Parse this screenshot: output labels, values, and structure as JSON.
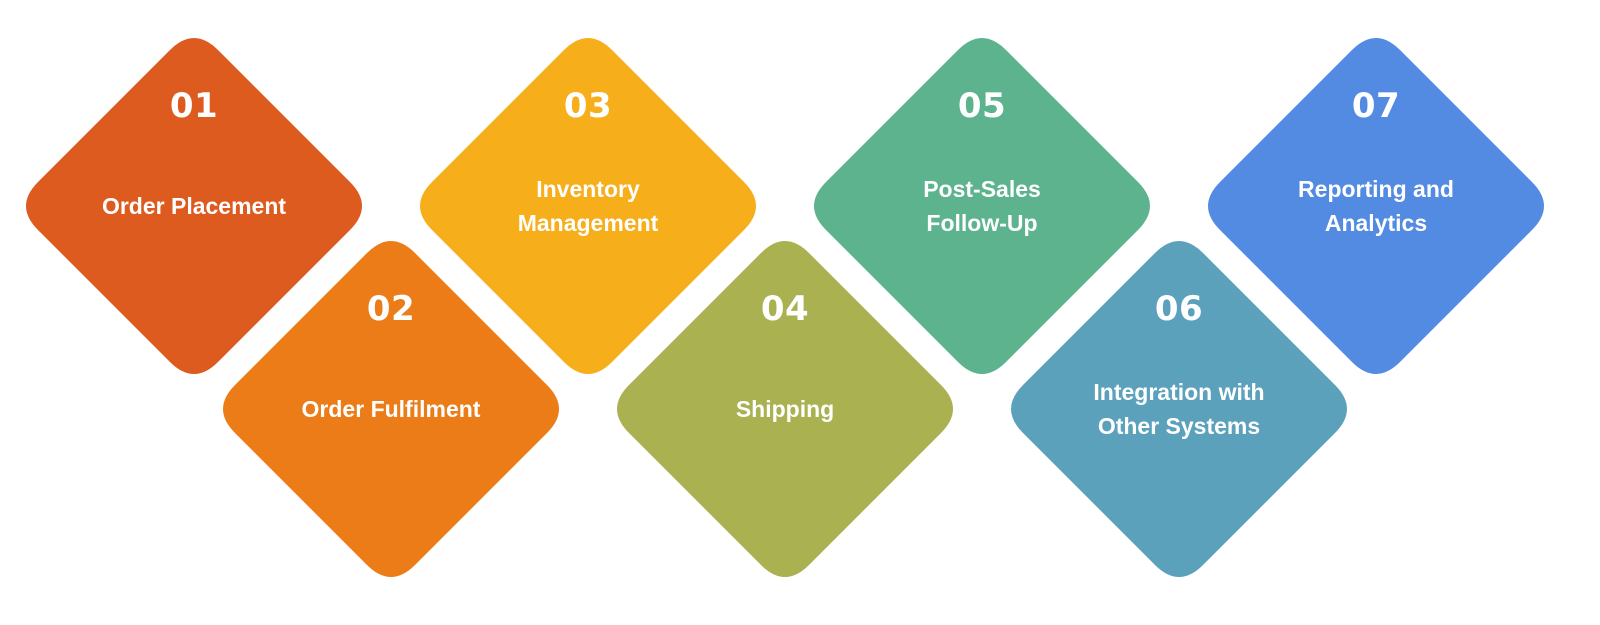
{
  "steps": [
    {
      "number": "01",
      "label": "Order Placement",
      "color": "#DE5B1F"
    },
    {
      "number": "02",
      "label": "Order Fulfilment",
      "color": "#EC7C17"
    },
    {
      "number": "03",
      "label": "Inventory\nManagement",
      "color": "#F6AE1B"
    },
    {
      "number": "04",
      "label": "Shipping",
      "color": "#A9B151"
    },
    {
      "number": "05",
      "label": "Post-Sales\nFollow-Up",
      "color": "#5DB38D"
    },
    {
      "number": "06",
      "label": "Integration with\nOther Systems",
      "color": "#5CA1BC"
    },
    {
      "number": "07",
      "label": "Reporting and\nAnalytics",
      "color": "#538BE3"
    }
  ]
}
